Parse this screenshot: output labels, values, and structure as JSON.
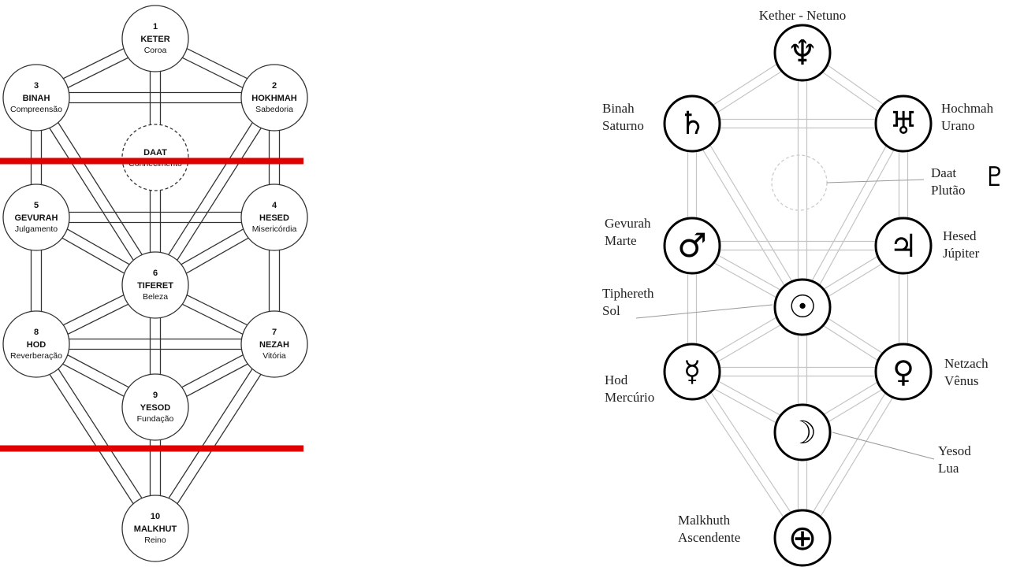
{
  "left_tree": {
    "sephirot": [
      {
        "num": "1",
        "name": "KETER",
        "sub": "Coroa"
      },
      {
        "num": "2",
        "name": "HOKHMAH",
        "sub": "Sabedoria"
      },
      {
        "num": "3",
        "name": "BINAH",
        "sub": "Compreensão"
      },
      {
        "num": "4",
        "name": "HESED",
        "sub": "Misericórdia"
      },
      {
        "num": "5",
        "name": "GEVURAH",
        "sub": "Julgamento"
      },
      {
        "num": "6",
        "name": "TIFERET",
        "sub": "Beleza"
      },
      {
        "num": "7",
        "name": "NEZAH",
        "sub": "Vitória"
      },
      {
        "num": "8",
        "name": "HOD",
        "sub": "Reverberação"
      },
      {
        "num": "9",
        "name": "YESOD",
        "sub": "Fundação"
      },
      {
        "num": "10",
        "name": "MALKHUT",
        "sub": "Reino"
      }
    ],
    "daat": {
      "name": "DAAT",
      "sub": "Conhecimento"
    },
    "divider_color": "#e00000"
  },
  "right_tree": {
    "nodes": [
      {
        "id": "kether",
        "glyph": "♆",
        "glyph_name": "neptune-icon",
        "label": [
          "Kether - Netuno"
        ]
      },
      {
        "id": "binah",
        "glyph": "♄",
        "glyph_name": "saturn-icon",
        "label": [
          "Binah",
          "Saturno"
        ]
      },
      {
        "id": "hochmah",
        "glyph": "♅",
        "glyph_name": "uranus-icon",
        "label": [
          "Hochmah",
          "Urano"
        ]
      },
      {
        "id": "gevurah",
        "glyph": "♂",
        "glyph_name": "mars-icon",
        "label": [
          "Gevurah",
          "Marte"
        ]
      },
      {
        "id": "hesed",
        "glyph": "♃",
        "glyph_name": "jupiter-icon",
        "label": [
          "Hesed",
          "Júpiter"
        ]
      },
      {
        "id": "tiphereth",
        "glyph": "☉",
        "glyph_name": "sun-icon",
        "label": [
          "Tiphereth",
          "Sol"
        ]
      },
      {
        "id": "hod",
        "glyph": "☿",
        "glyph_name": "mercury-icon",
        "label": [
          "Hod",
          "Mercúrio"
        ]
      },
      {
        "id": "netzach",
        "glyph": "♀",
        "glyph_name": "venus-icon",
        "label": [
          "Netzach",
          "Vênus"
        ]
      },
      {
        "id": "yesod",
        "glyph": "☽",
        "glyph_name": "moon-icon",
        "label": [
          "Yesod",
          "Lua"
        ]
      },
      {
        "id": "malkhuth",
        "glyph": "⊕",
        "glyph_name": "earth-icon",
        "label": [
          "Malkhuth",
          "Ascendente"
        ]
      }
    ],
    "daat": {
      "glyph": "♇",
      "glyph_name": "pluto-icon",
      "label": [
        "Daat",
        "Plutão"
      ]
    }
  }
}
